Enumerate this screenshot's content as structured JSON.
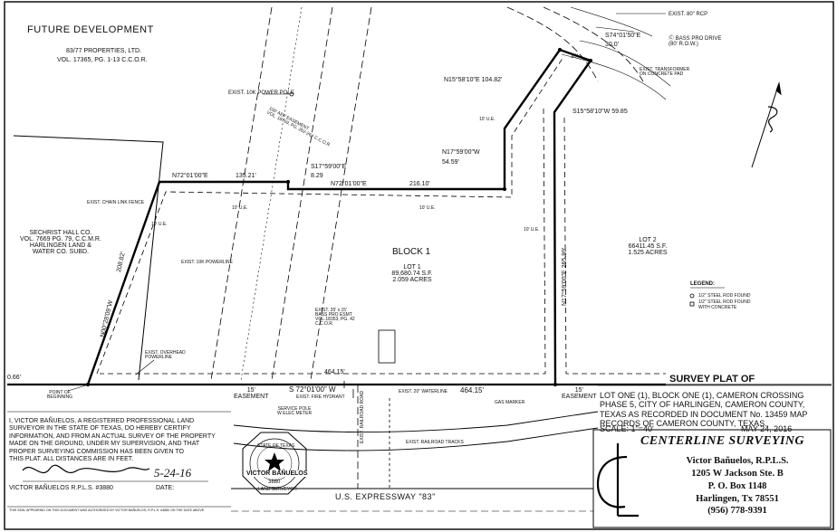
{
  "title_block": {
    "future_dev": "FUTURE DEVELOPMENT",
    "owner_name": "83/77 PROPERTIES, LTD.",
    "owner_vol": "VOL. 17365, PG. 1-13 C.C.O.R.",
    "sechrist": [
      "SECHRIST HALL CO.",
      "VOL. 7669 PG. 79, C.C.M.R.",
      "HARLINGEN LAND &",
      "WATER CO. SUBD."
    ],
    "block": "BLOCK  1",
    "lot1": [
      "LOT 1",
      "89,680.74 S.F.",
      "2.059 ACRES"
    ],
    "lot2": [
      "LOT 2",
      "66411.45 S.F.",
      "1.525 ACRES"
    ]
  },
  "bearings": {
    "n72_top": "N72°01'00\"E",
    "d135": "135.21'",
    "s17": "S17°59'00\"E",
    "d829": "8.29",
    "n72_mid": "N72°01'00\"E",
    "d216": "216.10'",
    "n15": "N15°58'10\"E  104.82'",
    "n17": "N17°59'00\"W",
    "d5459": "54.59'",
    "s15": "S15°58'10\"W  59.85",
    "s74": "S74°01'50\"E",
    "d300": "30.0'",
    "n00": "N00°28'09\"W",
    "d20882": "208.82'",
    "n17e": "N17°59'00\"E  265.99'",
    "s72": "S 72°01'00\" W",
    "d46415a": "464.15'",
    "d46415b": "464.15'",
    "d066": "0.66'"
  },
  "labels": {
    "power_pole": "EXIST. 10K POWER POLE",
    "aep": [
      "100' AEP EASEMENT",
      "VOL. 18769, PG. 262-264 C.C.O.R."
    ],
    "chain_fence": "EXIST. CHAIN LINK FENCE",
    "ue": "10' U.E.",
    "powerline": "EXIST. 10K POWERLINE",
    "overhead": [
      "EXIST. OVERHEAD",
      "POWERLINE"
    ],
    "point_beginning": [
      "POINT OF",
      "BEGINNING"
    ],
    "bass_esmt": [
      "EXIST. 35' x 15'",
      "BASS PRO ESMT",
      "VOL.18353, PG. 42",
      "C.C.O.R."
    ],
    "easement": "15'\nEASEMENT",
    "fire_hydrant": "EXIST. FIRE HYDRANT",
    "service_pole": [
      "SERVICE POLE",
      "W ELEC METER"
    ],
    "waterline": "EXIST. 20\" WATERLINE",
    "gas_marker": "GAS MARKER",
    "railroad_road": "EXIST. RAILROAD ROAD",
    "railroad_tracks": "EXIST. RAILROAD TRACKS",
    "expressway": "U.S. EXPRESSWAY \"83\"",
    "rcp": "EXIST. 80\" RCP",
    "bass_drive": [
      "Ⓒ BASS PRO DRIVE",
      "(80' R.O.W.)"
    ],
    "transformer": [
      "EXIST. TRANSFORMER",
      "ON CONCRETE PAD"
    ],
    "r30": "30'"
  },
  "legend": {
    "title": "LEGEND:",
    "items": [
      "1/2\" STEEL ROD FOUND",
      "1/2\" STEEL ROD FOUND",
      "WITH CONCRETE"
    ]
  },
  "survey": {
    "heading": "SURVEY PLAT OF",
    "desc": [
      "LOT ONE (1), BLOCK ONE (1), CAMERON CROSSING",
      "PHASE 5, CITY OF HARLINGEN, CAMERON COUNTY,",
      "TEXAS AS RECORDED IN DOCUMENT No. 13459 MAP",
      "RECORDS OF CAMERON COUNTY, TEXAS."
    ],
    "scale": "SCALE:  1\"=40'",
    "date": "MAY 24, 2016"
  },
  "certification": {
    "text": [
      "I, VICTOR BAÑUELOS, A REGISTERED PROFESSIONAL LAND",
      "SURVEYOR IN THE STATE OF TEXAS, DO HEREBY CERTIFY",
      "INFORMATION, AND FROM AN ACTUAL SURVEY OF THE PROPERTY",
      "MADE ON THE GROUND, UNDER MY SUPERVISION, AND THAT",
      "PROPER SURVEYING COMMISSION HAS BEEN GIVEN TO",
      "THIS PLAT. ALL DISTANCES ARE IN FEET."
    ],
    "sig_date": "5-24-16",
    "signer": "VICTOR BAÑUELOS R.P.L.S.  #3880",
    "date_label": "DATE:",
    "fine_print": "THIS SEAL APPEARING ON THIS DOCUMENT WAS AUTHORIZED BY VICTOR BAÑUELOS, R.P.L.S. #3880 ON THE DATE ABOVE."
  },
  "seal": {
    "top": "STATE OF TEXAS",
    "name": "VICTOR BAÑUELOS",
    "number": "3880",
    "bottom": "LAND SURVEYOR"
  },
  "company": {
    "name": "CENTERLINE SURVEYING",
    "lines": [
      "Victor Bañuelos, R.P.L.S.",
      "1205 W Jackson Ste. B",
      "P. O. Box 1148",
      "Harlingen, Tx 78551",
      "(956) 778-9391"
    ]
  }
}
